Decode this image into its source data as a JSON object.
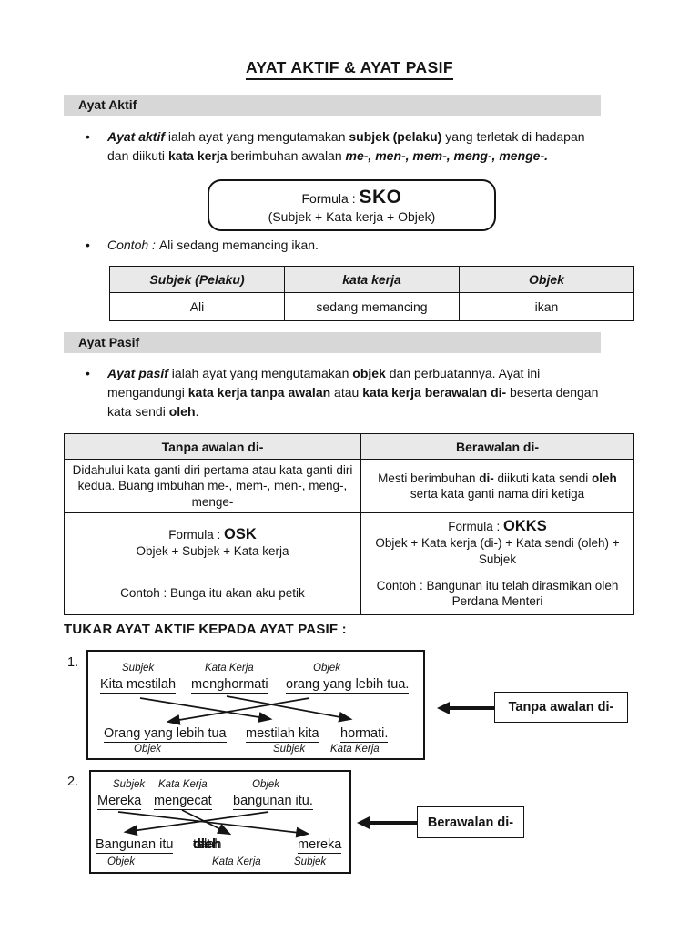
{
  "title": "AYAT AKTIF & AYAT PASIF",
  "aktif": {
    "header": "Ayat Aktif",
    "def": {
      "lead": "Ayat aktif",
      "s1": " ialah ayat yang mengutamakan ",
      "b1": "subjek (pelaku)",
      "s2": " yang terletak di hadapan dan diikuti ",
      "b2": "kata kerja",
      "s3": " berimbuhan awalan ",
      "b3": "me-, men-, mem-, meng-, menge-."
    },
    "bullet_glyph": "•",
    "formula": {
      "label": "Formula : ",
      "code": "SKO",
      "expansion": "(Subjek  +  Kata kerja  +  Objek)"
    },
    "contoh": {
      "label": "Contoh : ",
      "text": "Ali sedang memancing ikan."
    },
    "table": {
      "headers": [
        "Subjek (Pelaku)",
        "kata kerja",
        "Objek"
      ],
      "row": [
        "Ali",
        "sedang memancing",
        "ikan"
      ]
    }
  },
  "pasif": {
    "header": "Ayat Pasif",
    "def": {
      "lead": "Ayat pasif",
      "s1": " ialah ayat yang mengutamakan ",
      "b1": "objek",
      "s2": " dan perbuatannya. Ayat ini mengandungi ",
      "b2": "kata kerja tanpa awalan",
      "s3": " atau ",
      "b3": "kata kerja berawalan di-",
      "s4": " beserta dengan kata sendi ",
      "b4": "oleh",
      "s5": "."
    },
    "table": {
      "headers": [
        "Tanpa awalan di-",
        "Berawalan di-"
      ],
      "r1_left": "Didahului kata ganti diri pertama atau kata ganti diri kedua. Buang imbuhan me-, mem-, men-, meng-, menge-",
      "r1_right": {
        "s1": "Mesti berimbuhan ",
        "b1": "di-",
        "s2": " diikuti kata sendi ",
        "b2": "oleh",
        "s3": " serta kata ganti nama diri ketiga"
      },
      "r2_left": {
        "label": "Formula : ",
        "code": "OSK",
        "expansion": "Objek + Subjek + Kata kerja"
      },
      "r2_right": {
        "label": "Formula : ",
        "code": "OKKS",
        "expansion": "Objek + Kata kerja (di-) + Kata sendi (oleh) + Subjek"
      },
      "r3_left": "Contoh : Bunga itu akan aku petik",
      "r3_right": "Contoh : Bangunan itu telah dirasmikan oleh Perdana Menteri"
    }
  },
  "tukar_heading": "TUKAR AYAT AKTIF KEPADA AYAT PASIF :",
  "diagram1": {
    "number": "1.",
    "top_labels": [
      "Subjek",
      "Kata Kerja",
      "Objek"
    ],
    "top_words": [
      "Kita mestilah",
      "menghormati",
      "orang yang lebih tua."
    ],
    "bottom_words": [
      "Orang yang lebih tua",
      "mestilah kita",
      "hormati."
    ],
    "bottom_labels": [
      "Objek",
      "Subjek",
      "Kata Kerja"
    ],
    "callout": "Tanpa awalan di-"
  },
  "diagram2": {
    "number": "2.",
    "top_labels": [
      "Subjek",
      "Kata Kerja",
      "Objek"
    ],
    "top_words": [
      "Mereka",
      "mengecat",
      "bangunan itu."
    ],
    "bottom_word1": "Bangunan itu",
    "bottom_phrase": {
      "s1": "telah ",
      "b1": "di",
      "s2": "cat ",
      "b2": "oleh"
    },
    "bottom_word3": "mereka",
    "bottom_labels": [
      "Objek",
      "Kata Kerja",
      "Subjek"
    ],
    "callout": "Berawalan di-"
  },
  "colors": {
    "bar_bg": "#d7d7d7",
    "table_header_bg": "#e9e9e9",
    "ink": "#141414"
  }
}
